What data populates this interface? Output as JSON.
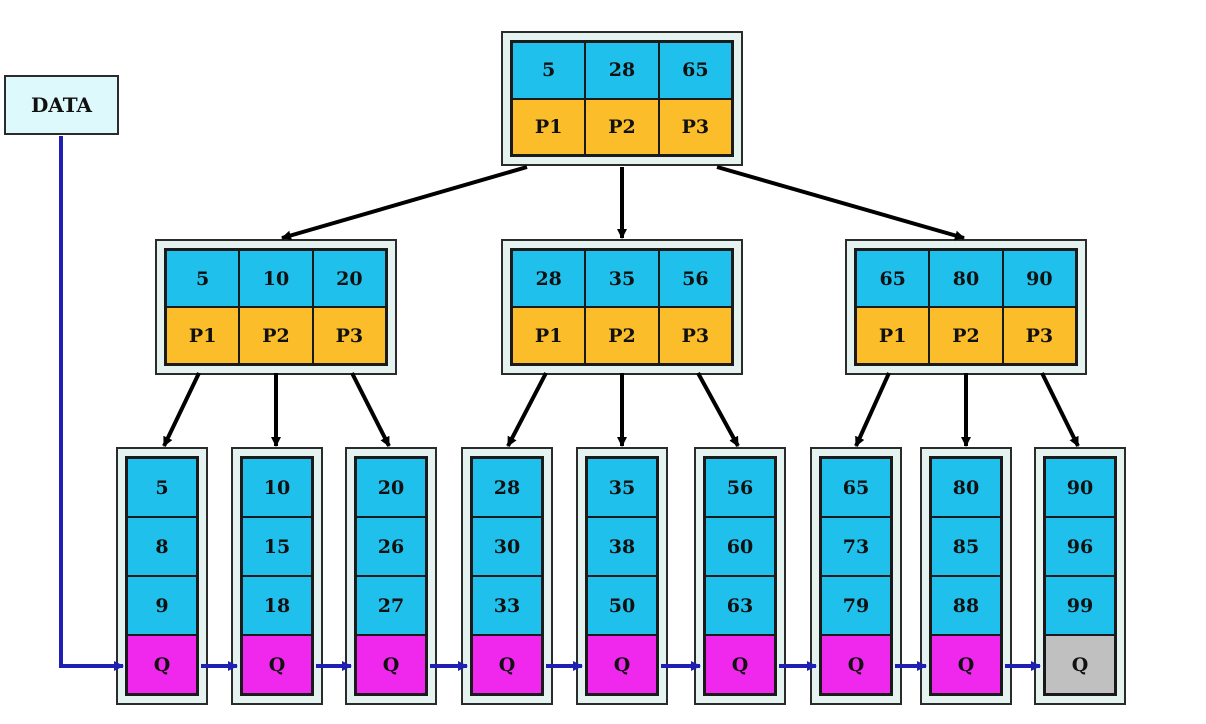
{
  "data_box": {
    "label": "DATA"
  },
  "colors": {
    "key_cell": "#1fc1ec",
    "pointer_cell": "#fbbe2a",
    "q_cell": "#f028ee",
    "q_last_cell": "#c0c0c0",
    "node_frame": "#e4f3f0",
    "tree_arrow": "#000000",
    "leaf_link_arrow": "#1f1fb4"
  },
  "root": {
    "keys": [
      "5",
      "28",
      "65"
    ],
    "pointers": [
      "P1",
      "P2",
      "P3"
    ]
  },
  "internal_nodes": [
    {
      "keys": [
        "5",
        "10",
        "20"
      ],
      "pointers": [
        "P1",
        "P2",
        "P3"
      ]
    },
    {
      "keys": [
        "28",
        "35",
        "56"
      ],
      "pointers": [
        "P1",
        "P2",
        "P3"
      ]
    },
    {
      "keys": [
        "65",
        "80",
        "90"
      ],
      "pointers": [
        "P1",
        "P2",
        "P3"
      ]
    }
  ],
  "leaves": [
    {
      "keys": [
        "5",
        "8",
        "9"
      ],
      "link": "Q"
    },
    {
      "keys": [
        "10",
        "15",
        "18"
      ],
      "link": "Q"
    },
    {
      "keys": [
        "20",
        "26",
        "27"
      ],
      "link": "Q"
    },
    {
      "keys": [
        "28",
        "30",
        "33"
      ],
      "link": "Q"
    },
    {
      "keys": [
        "35",
        "38",
        "50"
      ],
      "link": "Q"
    },
    {
      "keys": [
        "56",
        "60",
        "63"
      ],
      "link": "Q"
    },
    {
      "keys": [
        "65",
        "73",
        "79"
      ],
      "link": "Q"
    },
    {
      "keys": [
        "80",
        "85",
        "88"
      ],
      "link": "Q"
    },
    {
      "keys": [
        "90",
        "96",
        "99"
      ],
      "link": "Q"
    }
  ]
}
